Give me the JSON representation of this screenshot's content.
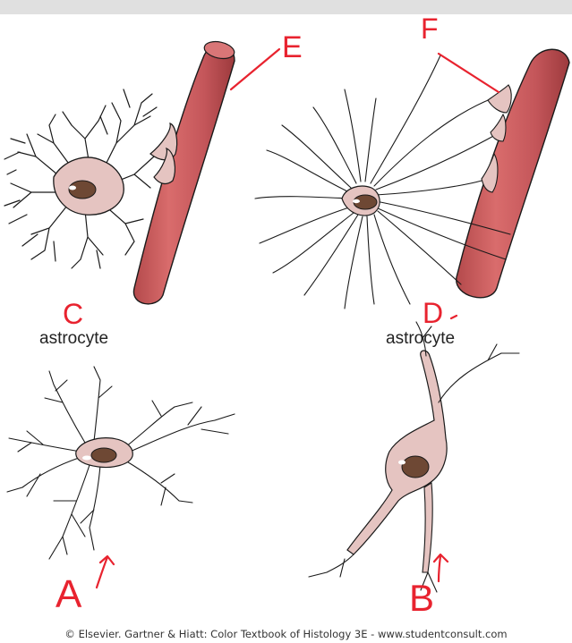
{
  "panels": {
    "c": {
      "letter": "C",
      "caption": "astrocyte"
    },
    "d": {
      "letter": "D",
      "caption": "astrocyte"
    },
    "a": {
      "letter": "A"
    },
    "b": {
      "letter": "B"
    }
  },
  "markers": {
    "e": "E",
    "f": "F"
  },
  "credit": "© Elsevier. Gartner & Hiatt: Color Textbook of Histology 3E - www.studentconsult.com",
  "colors": {
    "vessel": "#c8595a",
    "vessel_dark": "#a94042",
    "cell_body": "#e5c4c1",
    "nucleus": "#6e4834",
    "outline": "#1a1a1a",
    "annotation_red": "#e8232f"
  }
}
